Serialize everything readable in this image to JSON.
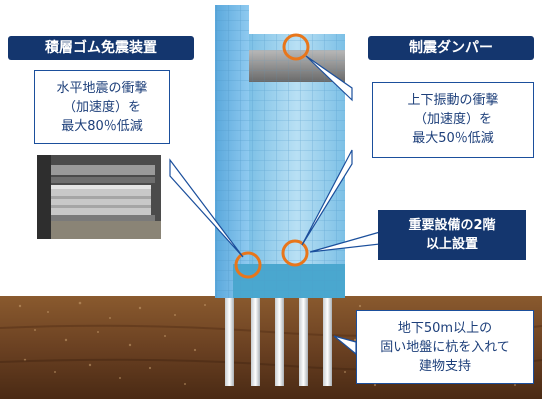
{
  "colors": {
    "navy": "#14366e",
    "callout_border": "#1b4f9c",
    "callout_text": "#1d3f7a",
    "marker_orange": "#e8761b",
    "soil": "#6e4424",
    "building_blue": "#9ccfe8"
  },
  "labels": {
    "left_title": "積層ゴム免震装置",
    "right_title": "制震ダンパー"
  },
  "callouts": {
    "horizontal": [
      "水平地震の衝撃",
      "（加速度）を",
      "最大80％低減"
    ],
    "vertical": [
      "上下振動の衝撃",
      "（加速度）を",
      "最大50％低減"
    ],
    "equipment": [
      "重要設備の2階",
      "以上設置"
    ],
    "piles": [
      "地下50m以上の",
      "固い地盤に杭を入れて",
      "建物支持"
    ]
  },
  "photo": {
    "icon": "seismic-isolation-bearing-photo"
  }
}
